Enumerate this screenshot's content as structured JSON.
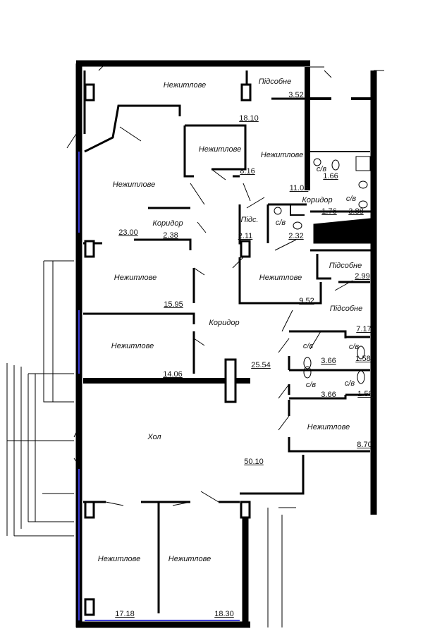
{
  "rooms": [
    {
      "name": "Нежитлове",
      "area": "18.10"
    },
    {
      "name": "Підсобне",
      "area": "3.52"
    },
    {
      "name": "Нежитлове",
      "area": "8.16"
    },
    {
      "name": "Нежитлове",
      "area": "11.05"
    },
    {
      "name": "Нежитлове",
      "area": "23.00"
    },
    {
      "name": "с/в",
      "area": "1.66"
    },
    {
      "name": "Коридор",
      "area": "1.76"
    },
    {
      "name": "с/в",
      "area": "3.88"
    },
    {
      "name": "Коридор",
      "area": "2.38"
    },
    {
      "name": "Підс.",
      "area": "2.11"
    },
    {
      "name": "с/в",
      "area": "2.32"
    },
    {
      "name": "Нежитлове",
      "area": "15.95"
    },
    {
      "name": "Нежитлове",
      "area": "9.52"
    },
    {
      "name": "Підсобне",
      "area": "2.99"
    },
    {
      "name": "Підсобне",
      "area": "7.17"
    },
    {
      "name": "Коридор",
      "area": "25.54"
    },
    {
      "name": "Нежитлове",
      "area": "14.06"
    },
    {
      "name": "с/в",
      "area": "3.66"
    },
    {
      "name": "с/в",
      "area": "1.58"
    },
    {
      "name": "с/в",
      "area": "3.66"
    },
    {
      "name": "с/в",
      "area": "1.59"
    },
    {
      "name": "Нежитлове",
      "area": "8.70"
    },
    {
      "name": "Хол",
      "area": "50.10"
    },
    {
      "name": "Нежитлове",
      "area": "17.18"
    },
    {
      "name": "Нежитлове",
      "area": "18.30"
    }
  ],
  "colors": {
    "wall": "#000000",
    "window": "#3b3bd6"
  }
}
